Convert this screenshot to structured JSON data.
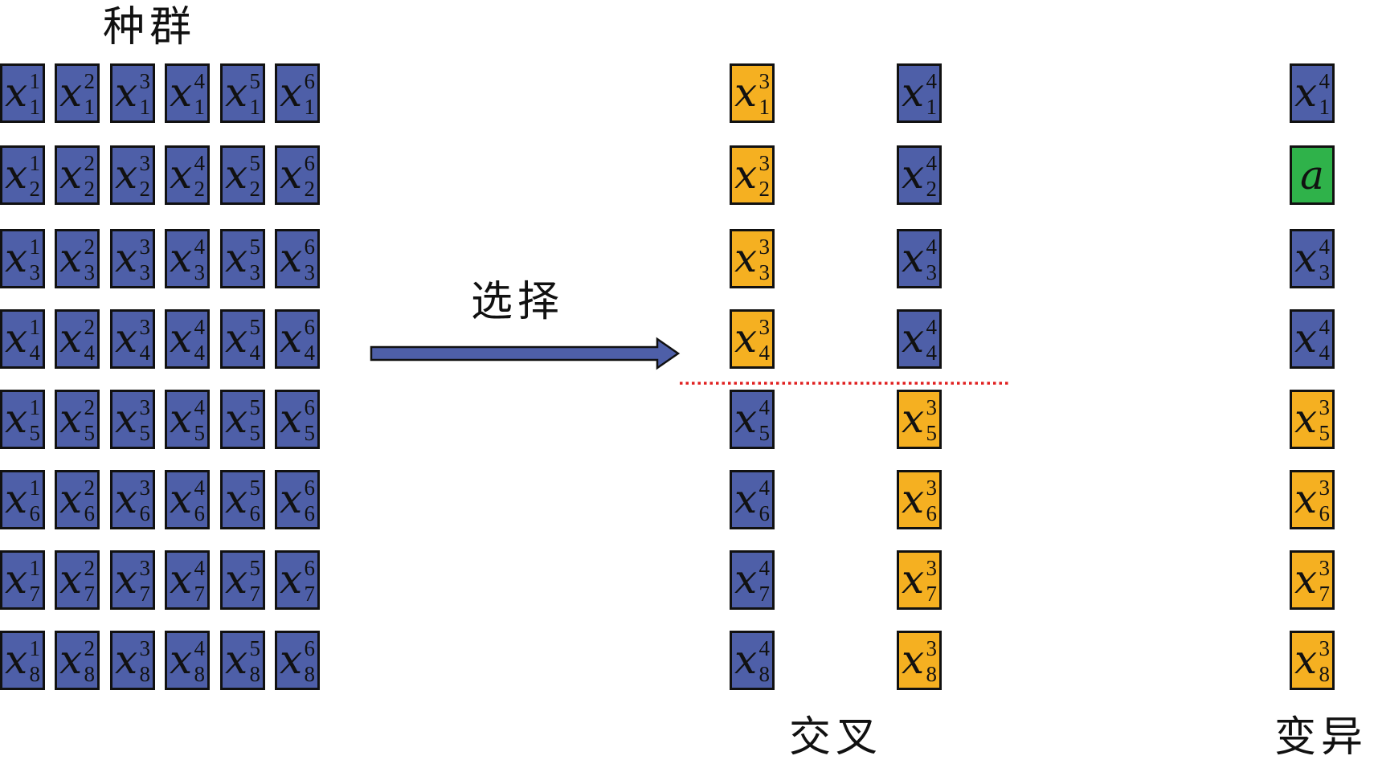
{
  "labels": {
    "population": "种群",
    "selection": "选择",
    "crossover": "交叉",
    "mutation": "变异"
  },
  "colors": {
    "blue": "#4e5fa8",
    "orange": "#f5b021",
    "green": "#2fb24a",
    "border": "#111111",
    "arrow": "#4e5fa8",
    "cut_line": "#e02020"
  },
  "population": {
    "rows": [
      [
        {
          "sup": "1",
          "sub": "1"
        },
        {
          "sup": "2",
          "sub": "1"
        },
        {
          "sup": "3",
          "sub": "1"
        },
        {
          "sup": "4",
          "sub": "1"
        },
        {
          "sup": "5",
          "sub": "1"
        },
        {
          "sup": "6",
          "sub": "1"
        }
      ],
      [
        {
          "sup": "1",
          "sub": "2"
        },
        {
          "sup": "2",
          "sub": "2"
        },
        {
          "sup": "3",
          "sub": "2"
        },
        {
          "sup": "4",
          "sub": "2"
        },
        {
          "sup": "5",
          "sub": "2"
        },
        {
          "sup": "6",
          "sub": "2"
        }
      ],
      [
        {
          "sup": "1",
          "sub": "3"
        },
        {
          "sup": "2",
          "sub": "3"
        },
        {
          "sup": "3",
          "sub": "3"
        },
        {
          "sup": "4",
          "sub": "3"
        },
        {
          "sup": "5",
          "sub": "3"
        },
        {
          "sup": "6",
          "sub": "3"
        }
      ],
      [
        {
          "sup": "1",
          "sub": "4"
        },
        {
          "sup": "2",
          "sub": "4"
        },
        {
          "sup": "3",
          "sub": "4"
        },
        {
          "sup": "4",
          "sub": "4"
        },
        {
          "sup": "5",
          "sub": "4"
        },
        {
          "sup": "6",
          "sub": "4"
        }
      ],
      [
        {
          "sup": "1",
          "sub": "5"
        },
        {
          "sup": "2",
          "sub": "5"
        },
        {
          "sup": "3",
          "sub": "5"
        },
        {
          "sup": "4",
          "sub": "5"
        },
        {
          "sup": "5",
          "sub": "5"
        },
        {
          "sup": "6",
          "sub": "5"
        }
      ],
      [
        {
          "sup": "1",
          "sub": "6"
        },
        {
          "sup": "2",
          "sub": "6"
        },
        {
          "sup": "3",
          "sub": "6"
        },
        {
          "sup": "4",
          "sub": "6"
        },
        {
          "sup": "5",
          "sub": "6"
        },
        {
          "sup": "6",
          "sub": "6"
        }
      ],
      [
        {
          "sup": "1",
          "sub": "7"
        },
        {
          "sup": "2",
          "sub": "7"
        },
        {
          "sup": "3",
          "sub": "7"
        },
        {
          "sup": "4",
          "sub": "7"
        },
        {
          "sup": "5",
          "sub": "7"
        },
        {
          "sup": "6",
          "sub": "7"
        }
      ],
      [
        {
          "sup": "1",
          "sub": "8"
        },
        {
          "sup": "2",
          "sub": "8"
        },
        {
          "sup": "3",
          "sub": "8"
        },
        {
          "sup": "4",
          "sub": "8"
        },
        {
          "sup": "5",
          "sub": "8"
        },
        {
          "sup": "6",
          "sub": "8"
        }
      ]
    ]
  },
  "crossover": {
    "parent_a": [
      {
        "sup": "3",
        "sub": "1",
        "color": "orange"
      },
      {
        "sup": "3",
        "sub": "2",
        "color": "orange"
      },
      {
        "sup": "3",
        "sub": "3",
        "color": "orange"
      },
      {
        "sup": "3",
        "sub": "4",
        "color": "orange"
      },
      {
        "sup": "4",
        "sub": "5",
        "color": "blue"
      },
      {
        "sup": "4",
        "sub": "6",
        "color": "blue"
      },
      {
        "sup": "4",
        "sub": "7",
        "color": "blue"
      },
      {
        "sup": "4",
        "sub": "8",
        "color": "blue"
      }
    ],
    "parent_b": [
      {
        "sup": "4",
        "sub": "1",
        "color": "blue"
      },
      {
        "sup": "4",
        "sub": "2",
        "color": "blue"
      },
      {
        "sup": "4",
        "sub": "3",
        "color": "blue"
      },
      {
        "sup": "4",
        "sub": "4",
        "color": "blue"
      },
      {
        "sup": "3",
        "sub": "5",
        "color": "orange"
      },
      {
        "sup": "3",
        "sub": "6",
        "color": "orange"
      },
      {
        "sup": "3",
        "sub": "7",
        "color": "orange"
      },
      {
        "sup": "3",
        "sub": "8",
        "color": "orange"
      }
    ]
  },
  "mutation": {
    "column": [
      {
        "sup": "4",
        "sub": "1",
        "color": "blue"
      },
      {
        "solo": "a",
        "color": "green"
      },
      {
        "sup": "4",
        "sub": "3",
        "color": "blue"
      },
      {
        "sup": "4",
        "sub": "4",
        "color": "blue"
      },
      {
        "sup": "3",
        "sub": "5",
        "color": "orange"
      },
      {
        "sup": "3",
        "sub": "6",
        "color": "orange"
      },
      {
        "sup": "3",
        "sub": "7",
        "color": "orange"
      },
      {
        "sup": "3",
        "sub": "8",
        "color": "orange"
      }
    ]
  },
  "gene_symbol": "x"
}
